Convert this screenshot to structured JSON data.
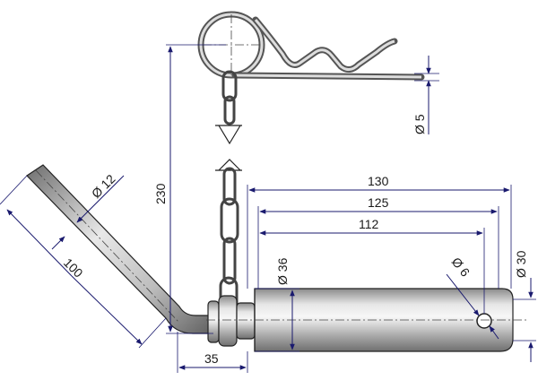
{
  "dimensions": {
    "total_height": "230",
    "pin_diameter": "Ø 36",
    "overall_length": "130",
    "length_125": "125",
    "length_112": "112",
    "hole_diameter": "Ø 6",
    "end_diameter": "Ø 30",
    "handle_length": "100",
    "handle_diameter": "Ø 12",
    "offset": "35",
    "clip_wire": "Ø 5"
  }
}
